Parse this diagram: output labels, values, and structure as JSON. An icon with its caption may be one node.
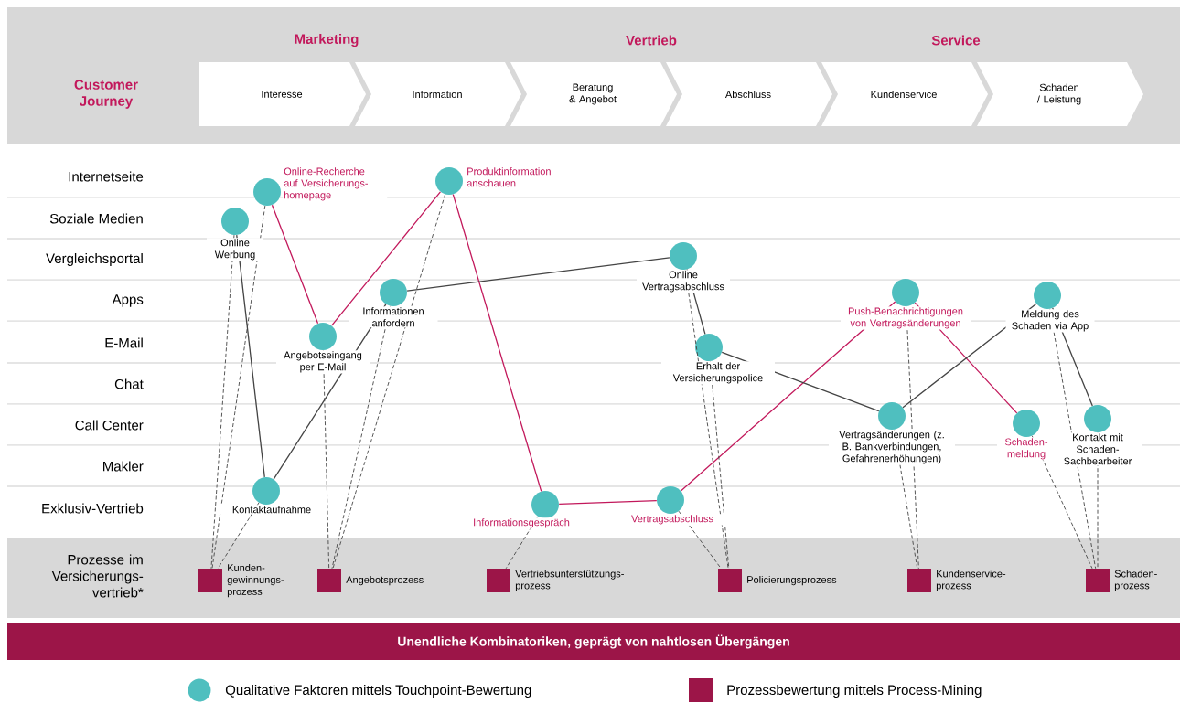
{
  "diagram": {
    "nodes": [
      {
        "text": [
          "Interesse"
        ]
      },
      {
        "text": [
          "Information"
        ]
      },
      {
        "text": [
          "Beratung & Angebot"
        ]
      },
      {
        "text": [
          "Abschluss"
        ]
      },
      {
        "text": [
          "Kundenservice"
        ]
      },
      {
        "text": [
          "Schaden / Leistung"
        ]
      },
      {
        "text": [],
        "shape": "circle",
        "beside": [
          "Online Werbung"
        ]
      },
      {
        "text": [],
        "shape": "circle",
        "beside": [
          "Online-Recherche auf Versicherungs- homepage"
        ]
      },
      {
        "text": [],
        "shape": "circle",
        "beside": [
          "Produktinformation anschauen"
        ]
      },
      {
        "text": [],
        "shape": "circle",
        "beside": [
          "Informationen anfordern"
        ]
      },
      {
        "text": [],
        "shape": "circle",
        "beside": [
          "Angebotseingang per E-Mail"
        ]
      },
      {
        "text": [],
        "shape": "circle",
        "beside": [
          "Kontaktaufnahme"
        ]
      },
      {
        "text": [],
        "shape": "circle",
        "beside": [
          "Online Vertragsabschluss"
        ]
      },
      {
        "text": [],
        "shape": "circle",
        "beside": [
          "Erhalt der Versicherungspolice"
        ]
      },
      {
        "text": [],
        "shape": "circle",
        "beside": [
          "Informationsgespräch"
        ]
      },
      {
        "text": [],
        "shape": "circle",
        "beside": [
          "Vertragsabschluss"
        ]
      },
      {
        "text": [],
        "shape": "circle",
        "beside": [
          "Push-Benachrichtigungen von Vertragsänderungen"
        ]
      },
      {
        "text": [],
        "shape": "circle",
        "beside": [
          "Meldung des Schaden via App"
        ]
      },
      {
        "text": [],
        "shape": "circle",
        "beside": [
          "Vertragsänderungen (z. B. Bankverbindungen, Gefahrenerhöhungen)"
        ]
      },
      {
        "text": [],
        "shape": "circle",
        "beside": [
          "Schaden- meldung"
        ]
      },
      {
        "text": [],
        "shape": "circle",
        "beside": [
          "Kontakt mit Schaden- Sachbearbeiter"
        ]
      },
      {
        "text": [],
        "shape": "box",
        "beside": [
          "Kunden- gewinnungs- prozess"
        ]
      },
      {
        "text": [],
        "shape": "box",
        "beside": [
          "Angebotsprozess"
        ]
      },
      {
        "text": [],
        "shape": "box",
        "beside": [
          "Vertriebsunterstützungs- prozess"
        ]
      },
      {
        "text": [],
        "shape": "box",
        "beside": [
          "Policierungsprozess"
        ]
      },
      {
        "text": [],
        "shape": "box",
        "beside": [
          "Kundenservice- prozess"
        ]
      },
      {
        "text": [],
        "shape": "box",
        "beside": [
          "Schaden- prozess"
        ]
      },
      {
        "text": [
          "Unendliche Kombinatoriken, geprägt von nahtlosen Übergängen"
        ]
      }
    ],
    "edges": [
      {
        "from": 7,
        "to": 10,
        "arrow": "none",
        "color": "#c2185b"
      },
      {
        "from": 10,
        "to": 8,
        "arrow": "none",
        "color": "#c2185b"
      },
      {
        "from": 8,
        "to": 14,
        "arrow": "none",
        "color": "#c2185b"
      },
      {
        "from": 14,
        "to": 15,
        "arrow": "none",
        "color": "#c2185b"
      },
      {
        "from": 15,
        "to": 16,
        "arrow": "none",
        "color": "#c2185b"
      },
      {
        "from": 16,
        "to": 19,
        "arrow": "none",
        "color": "#c2185b"
      },
      {
        "from": 6,
        "to": 11,
        "arrow": "none"
      },
      {
        "from": 11,
        "to": 9,
        "arrow": "none"
      },
      {
        "from": 9,
        "to": 12,
        "arrow": "none"
      },
      {
        "from": 12,
        "to": 13,
        "arrow": "none"
      },
      {
        "from": 13,
        "to": 18,
        "arrow": "none"
      },
      {
        "from": 18,
        "to": 17,
        "arrow": "none"
      },
      {
        "from": 17,
        "to": 20,
        "arrow": "none"
      },
      {
        "from": 6,
        "to": 21,
        "arrow": "none",
        "style": "dashed"
      },
      {
        "from": 7,
        "to": 21,
        "arrow": "none",
        "style": "dashed"
      },
      {
        "from": 11,
        "to": 21,
        "arrow": "none",
        "style": "dashed"
      },
      {
        "from": 10,
        "to": 22,
        "arrow": "none",
        "style": "dashed"
      },
      {
        "from": 9,
        "to": 22,
        "arrow": "none",
        "style": "dashed"
      },
      {
        "from": 8,
        "to": 22,
        "arrow": "none",
        "style": "dashed"
      },
      {
        "from": 14,
        "to": 23,
        "arrow": "none",
        "style": "dashed"
      },
      {
        "from": 15,
        "to": 24,
        "arrow": "none",
        "style": "dashed"
      },
      {
        "from": 12,
        "to": 24,
        "arrow": "none",
        "style": "dashed"
      },
      {
        "from": 13,
        "to": 24,
        "arrow": "none",
        "style": "dashed"
      },
      {
        "from": 16,
        "to": 25,
        "arrow": "none",
        "style": "dashed"
      },
      {
        "from": 18,
        "to": 25,
        "arrow": "none",
        "style": "dashed"
      },
      {
        "from": 19,
        "to": 26,
        "arrow": "none",
        "style": "dashed"
      },
      {
        "from": 17,
        "to": 26,
        "arrow": "none",
        "style": "dashed"
      },
      {
        "from": 20,
        "to": 26,
        "arrow": "none",
        "style": "dashed"
      }
    ],
    "labels": [
      "Marketing",
      "Vertrieb",
      "Service",
      "Customer Journey",
      "Internetseite",
      "Soziale Medien",
      "Vergleichsportal",
      "Apps",
      "E-Mail",
      "Chat",
      "Call Center",
      "Makler",
      "Exklusiv-Vertrieb",
      "Prozesse im Versicherungs- vertrieb*"
    ],
    "legend": [
      {
        "text": "Qualitative Faktoren mittels Touchpoint-Bewertung",
        "color": "#4fbfbf"
      },
      {
        "text": "Prozessbewertung mittels Process-Mining",
        "color": "#9c1548"
      }
    ]
  }
}
